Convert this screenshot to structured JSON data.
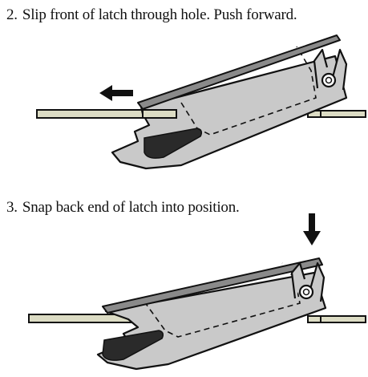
{
  "steps": [
    {
      "number": "2.",
      "text": "Slip front of latch through hole. Push forward.",
      "arrow": "left-arrow-icon"
    },
    {
      "number": "3.",
      "text": "Snap back end of latch into position.",
      "arrow": "down-arrow-icon"
    }
  ],
  "colors": {
    "outline": "#111111",
    "latch_fill": "#c9c9c9",
    "latch_top": "#8a8a8a",
    "rail_fill": "#dcdcc4",
    "slot_dark": "#2a2a2a",
    "arrow": "#111111"
  }
}
